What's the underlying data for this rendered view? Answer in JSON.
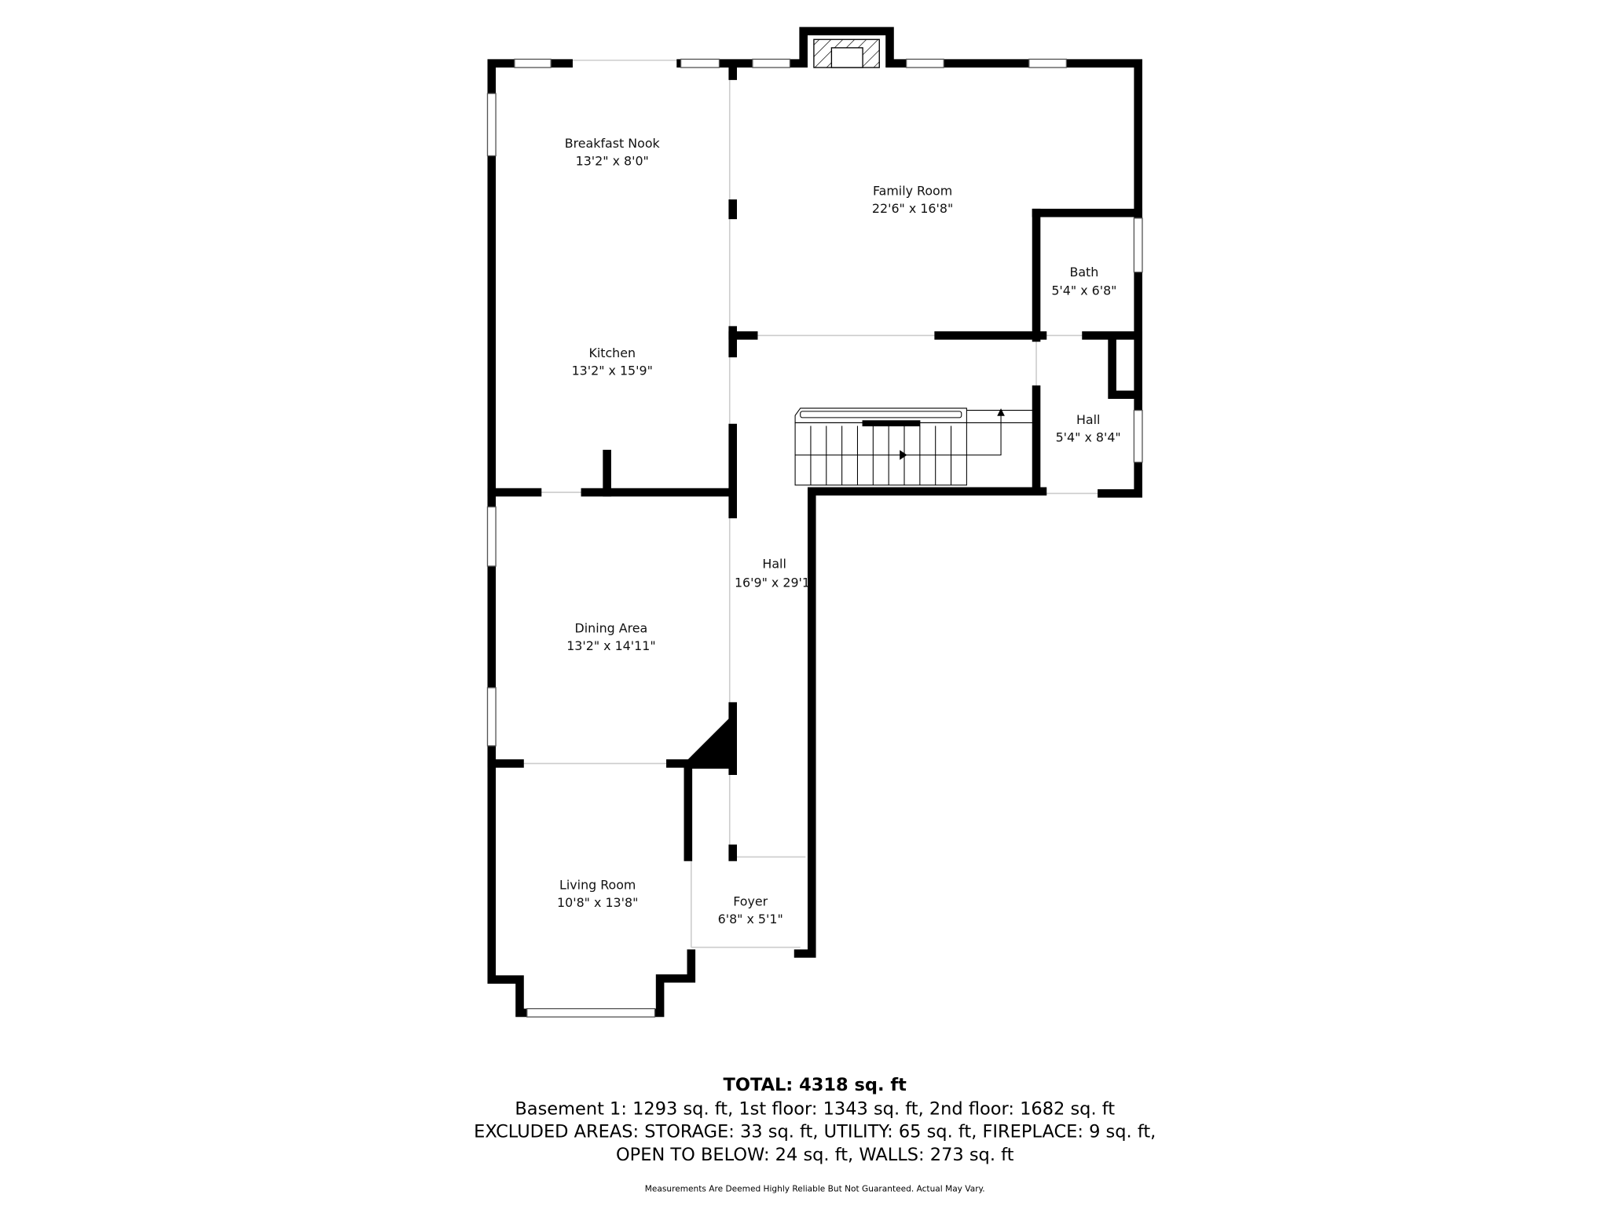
{
  "rooms": [
    {
      "name": "Breakfast Nook",
      "size": "13'2\" x 8'0\""
    },
    {
      "name": "Family Room",
      "size": "22'6\" x 16'8\""
    },
    {
      "name": "Bath",
      "size": "5'4\" x 6'8\""
    },
    {
      "name": "Kitchen",
      "size": "13'2\" x 15'9\""
    },
    {
      "name": "Hall",
      "size": "5'4\" x 8'4\""
    },
    {
      "name": "Hall",
      "size": "16'9\" x 29'1"
    },
    {
      "name": "Dining Area",
      "size": "13'2\" x 14'11\""
    },
    {
      "name": "Living Room",
      "size": "10'8\" x 13'8\""
    },
    {
      "name": "Foyer",
      "size": "6'8\" x 5'1\""
    }
  ],
  "summary": {
    "total": "TOTAL: 4318 sq. ft",
    "floors": "Basement 1: 1293 sq. ft, 1st floor: 1343 sq. ft, 2nd floor: 1682 sq. ft",
    "excluded_1": "EXCLUDED AREAS: STORAGE: 33 sq. ft, UTILITY: 65 sq. ft, FIREPLACE: 9 sq. ft,",
    "excluded_2": "OPEN TO BELOW: 24 sq. ft, WALLS: 273 sq. ft",
    "disclaimer": "Measurements Are Deemed Highly Reliable But Not Guaranteed. Actual May Vary."
  },
  "colors": {
    "wall": "#000000",
    "background": "#ffffff"
  }
}
